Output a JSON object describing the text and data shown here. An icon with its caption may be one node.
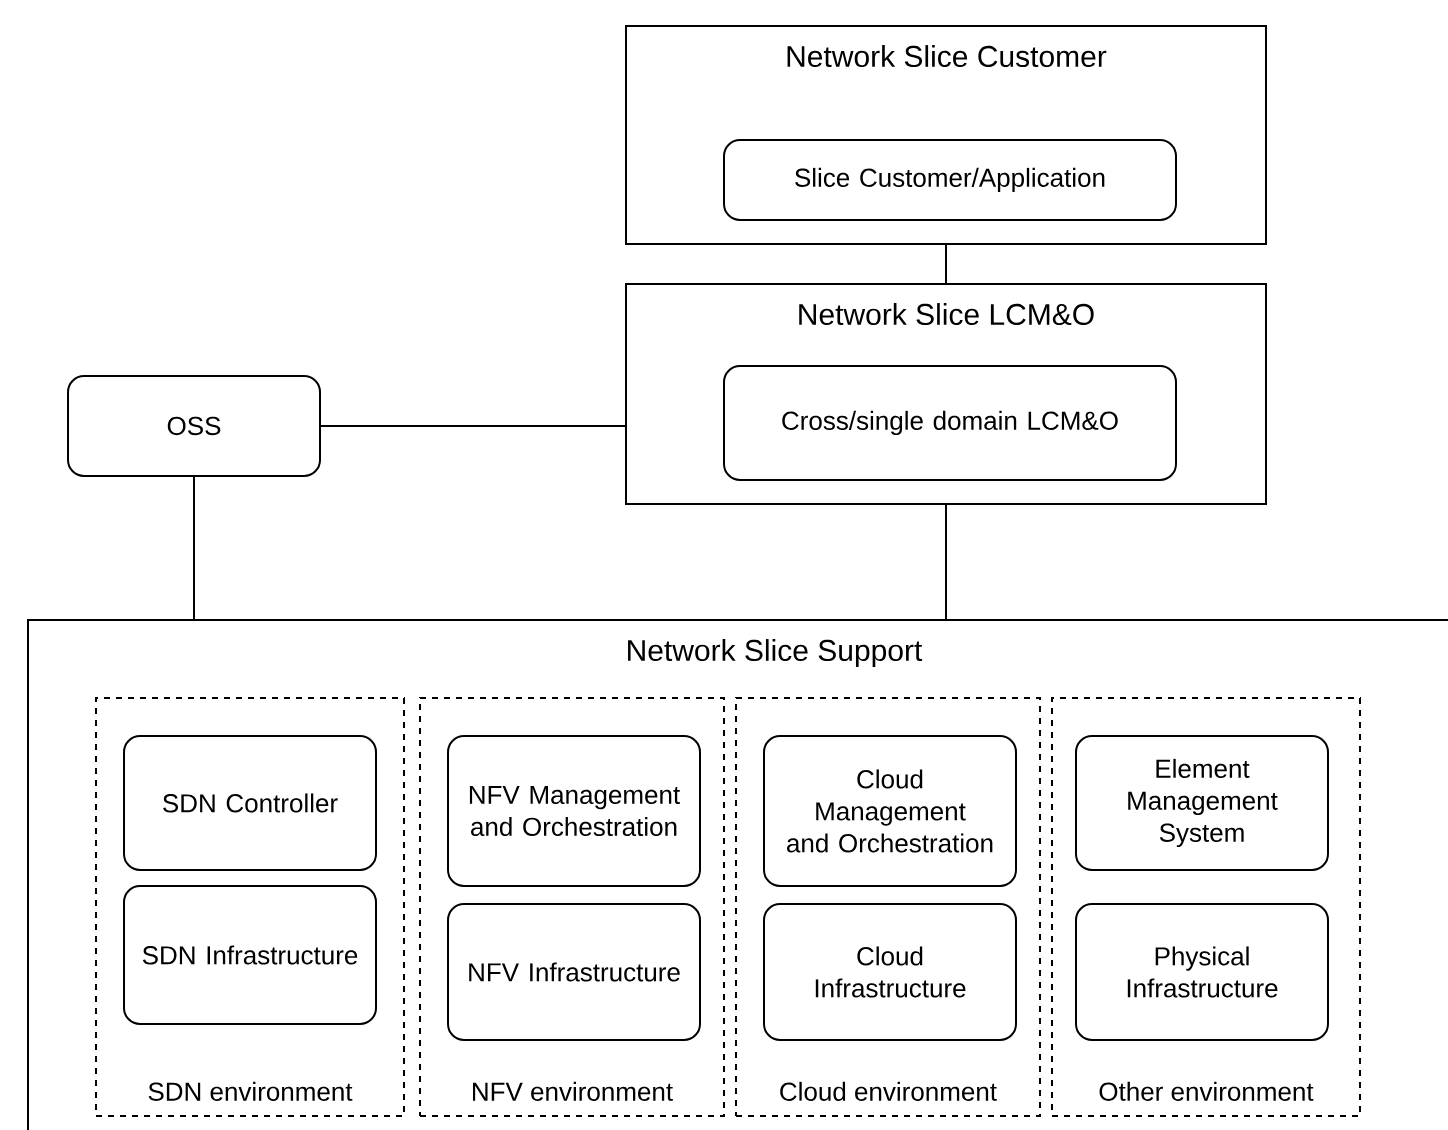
{
  "diagram": {
    "nodes": [
      {
        "text": [
          "Network Slice Customer"
        ]
      },
      {
        "text": [
          "Slice Customer/Application"
        ],
        "in": 0
      },
      {
        "text": [
          "Network Slice LCM&O"
        ]
      },
      {
        "text": [
          "Cross/single domain LCM&O"
        ],
        "in": 2
      },
      {
        "text": [
          "OSS"
        ]
      },
      {
        "text": [
          "Network Slice Support"
        ]
      },
      {
        "text": [
          "SDN environment"
        ],
        "in": 5
      },
      {
        "text": [
          "SDN Controller"
        ],
        "in": 6
      },
      {
        "text": [
          "SDN Infrastructure"
        ],
        "in": 6
      },
      {
        "text": [
          "NFV environment"
        ],
        "in": 5
      },
      {
        "text": [
          "NFV Management and Orchestration"
        ],
        "in": 9
      },
      {
        "text": [
          "NFV Infrastructure"
        ],
        "in": 9
      },
      {
        "text": [
          "Cloud environment"
        ],
        "in": 5
      },
      {
        "text": [
          "Cloud Management and Orchestration"
        ],
        "in": 12
      },
      {
        "text": [
          "Cloud Infrastructure"
        ],
        "in": 12
      },
      {
        "text": [
          "Other environment"
        ],
        "in": 5
      },
      {
        "text": [
          "Element Management System"
        ],
        "in": 15
      },
      {
        "text": [
          "Physical Infrastructure"
        ],
        "in": 15
      }
    ],
    "edges": [
      {
        "from": 0,
        "to": 2,
        "arrow": "none"
      },
      {
        "from": 4,
        "to": 2,
        "arrow": "none"
      },
      {
        "from": 4,
        "to": 5,
        "arrow": "none"
      },
      {
        "from": 2,
        "to": 5,
        "arrow": "none"
      }
    ]
  }
}
